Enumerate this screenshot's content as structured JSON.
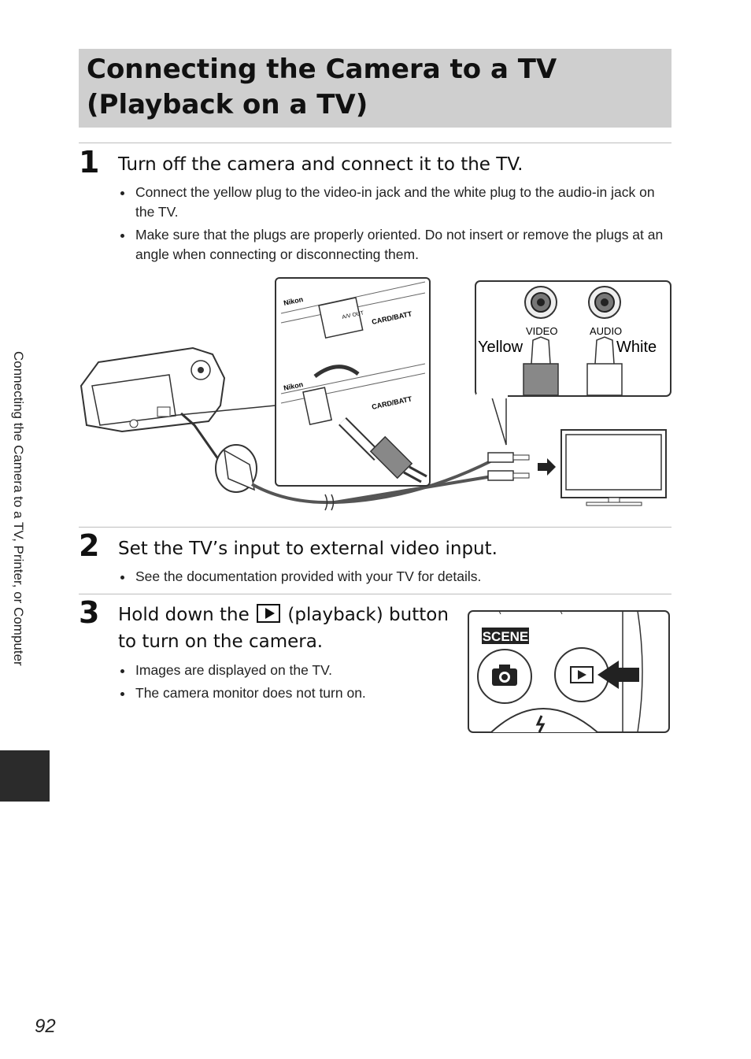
{
  "title": "Connecting the Camera to a TV (Playback on a TV)",
  "steps": [
    {
      "number": "1",
      "title": "Turn off the camera and connect it to the TV.",
      "bullets": [
        "Connect the yellow plug to the video-in jack and the white plug to the audio-in jack on the TV.",
        "Make sure that the plugs are properly oriented. Do not insert or remove the plugs at an angle when connecting or disconnecting them."
      ]
    },
    {
      "number": "2",
      "title": "Set the TV’s input to external video input.",
      "bullets": [
        "See the documentation provided with your TV for details."
      ]
    },
    {
      "number": "3",
      "title_before": "Hold down the",
      "title_after": "(playback) button to turn on the camera.",
      "bullets": [
        "Images are displayed on the TV.",
        "The camera monitor does not turn on."
      ]
    }
  ],
  "figure1": {
    "jack_video": "VIDEO",
    "jack_audio": "AUDIO",
    "yellow": "Yellow",
    "white": "White",
    "brand": "Nikon",
    "port_label": "CARD/BATT",
    "av_label": "A/V OUT"
  },
  "figure3": {
    "scene_label": "SCENE"
  },
  "sidebar": {
    "section": "Connecting the Camera to a TV, Printer, or Computer"
  },
  "page_number": "92"
}
